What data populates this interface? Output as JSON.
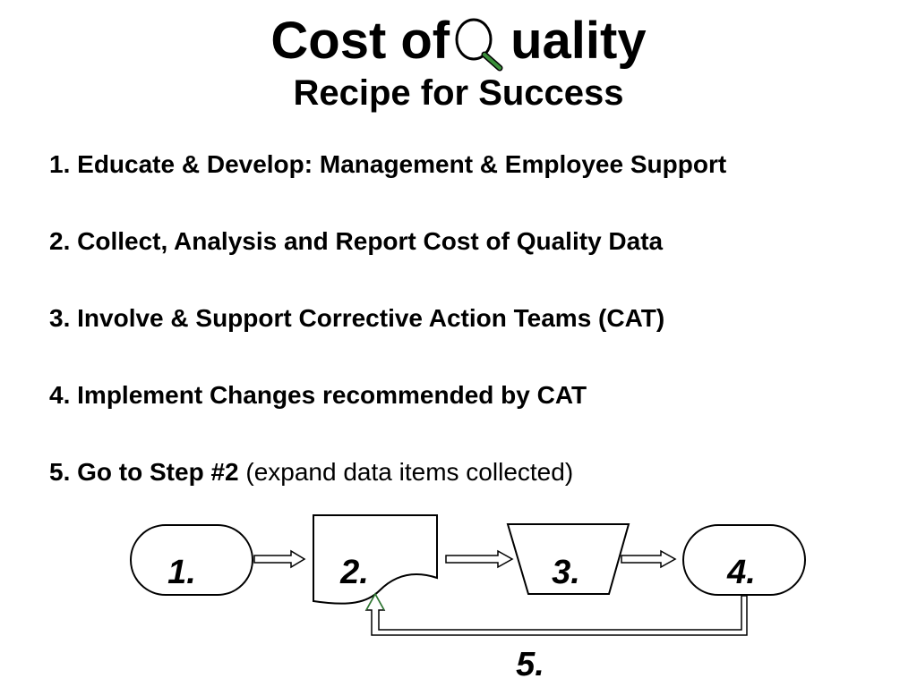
{
  "title": {
    "before": "Cost of",
    "after": "uality"
  },
  "subtitle": "Recipe for Success",
  "steps": [
    {
      "num": "1.",
      "bold": "Educate & Develop: Management & Employee Support",
      "normal": ""
    },
    {
      "num": "2.",
      "bold": "Collect, Analysis and Report Cost of Quality Data",
      "normal": ""
    },
    {
      "num": "3.",
      "bold": "Involve & Support Corrective Action Teams (CAT)",
      "normal": ""
    },
    {
      "num": "4.",
      "bold": "Implement Changes  recommended by CAT",
      "normal": ""
    },
    {
      "num": "5.",
      "bold": "Go to Step #2",
      "normal": " (expand data items collected)"
    }
  ],
  "diagram": {
    "nodes": [
      {
        "id": "n1",
        "label": "1.",
        "shape": "terminator"
      },
      {
        "id": "n2",
        "label": "2.",
        "shape": "document"
      },
      {
        "id": "n3",
        "label": "3.",
        "shape": "trapezoid"
      },
      {
        "id": "n4",
        "label": "4.",
        "shape": "terminator"
      }
    ],
    "edges": [
      {
        "from": "n1",
        "to": "n2"
      },
      {
        "from": "n2",
        "to": "n3"
      },
      {
        "from": "n3",
        "to": "n4"
      },
      {
        "from": "n4",
        "to": "n2",
        "label": "5."
      }
    ],
    "colors": {
      "stroke": "#000000",
      "arrow_tip_stroke": "#2e7d32",
      "lens_handle": "#3a8f3a"
    }
  },
  "icons": {
    "title_q": "magnifier-icon"
  }
}
